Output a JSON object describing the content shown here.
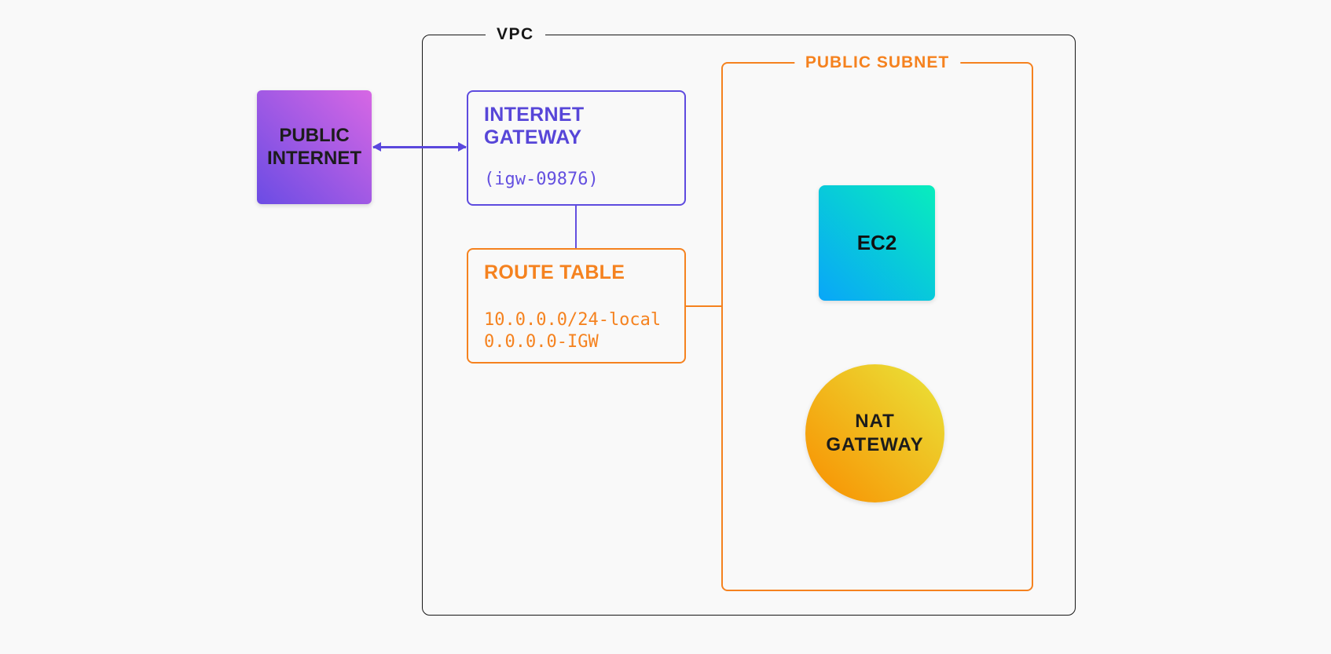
{
  "diagram": {
    "vpc": {
      "label": "VPC"
    },
    "public_subnet": {
      "label": "PUBLIC SUBNET"
    },
    "public_internet": {
      "label": "PUBLIC INTERNET"
    },
    "internet_gateway": {
      "title": "INTERNET GATEWAY",
      "code": "(igw-09876)"
    },
    "route_table": {
      "title": "ROUTE TABLE",
      "routes": [
        "10.0.0.0/24-local",
        "0.0.0.0-IGW"
      ]
    },
    "ec2": {
      "label": "EC2"
    },
    "nat_gateway": {
      "label": "NAT GATEWAY"
    },
    "connections": [
      {
        "from": "public-internet",
        "to": "internet-gateway",
        "type": "bidirectional-arrow"
      },
      {
        "from": "internet-gateway",
        "to": "route-table",
        "type": "line"
      },
      {
        "from": "route-table",
        "to": "public-subnet",
        "type": "line"
      }
    ],
    "colors": {
      "background": "#f9f9f9",
      "vpc_border": "#161616",
      "purple_accent": "#5e4bdf",
      "orange_accent": "#f5821f",
      "public_internet_gradient": [
        "#6b4ce4",
        "#d767e4"
      ],
      "ec2_gradient": [
        "#09a6f8",
        "#08edbd"
      ],
      "nat_gradient": [
        "#f98e00",
        "#e9e53a"
      ]
    }
  }
}
